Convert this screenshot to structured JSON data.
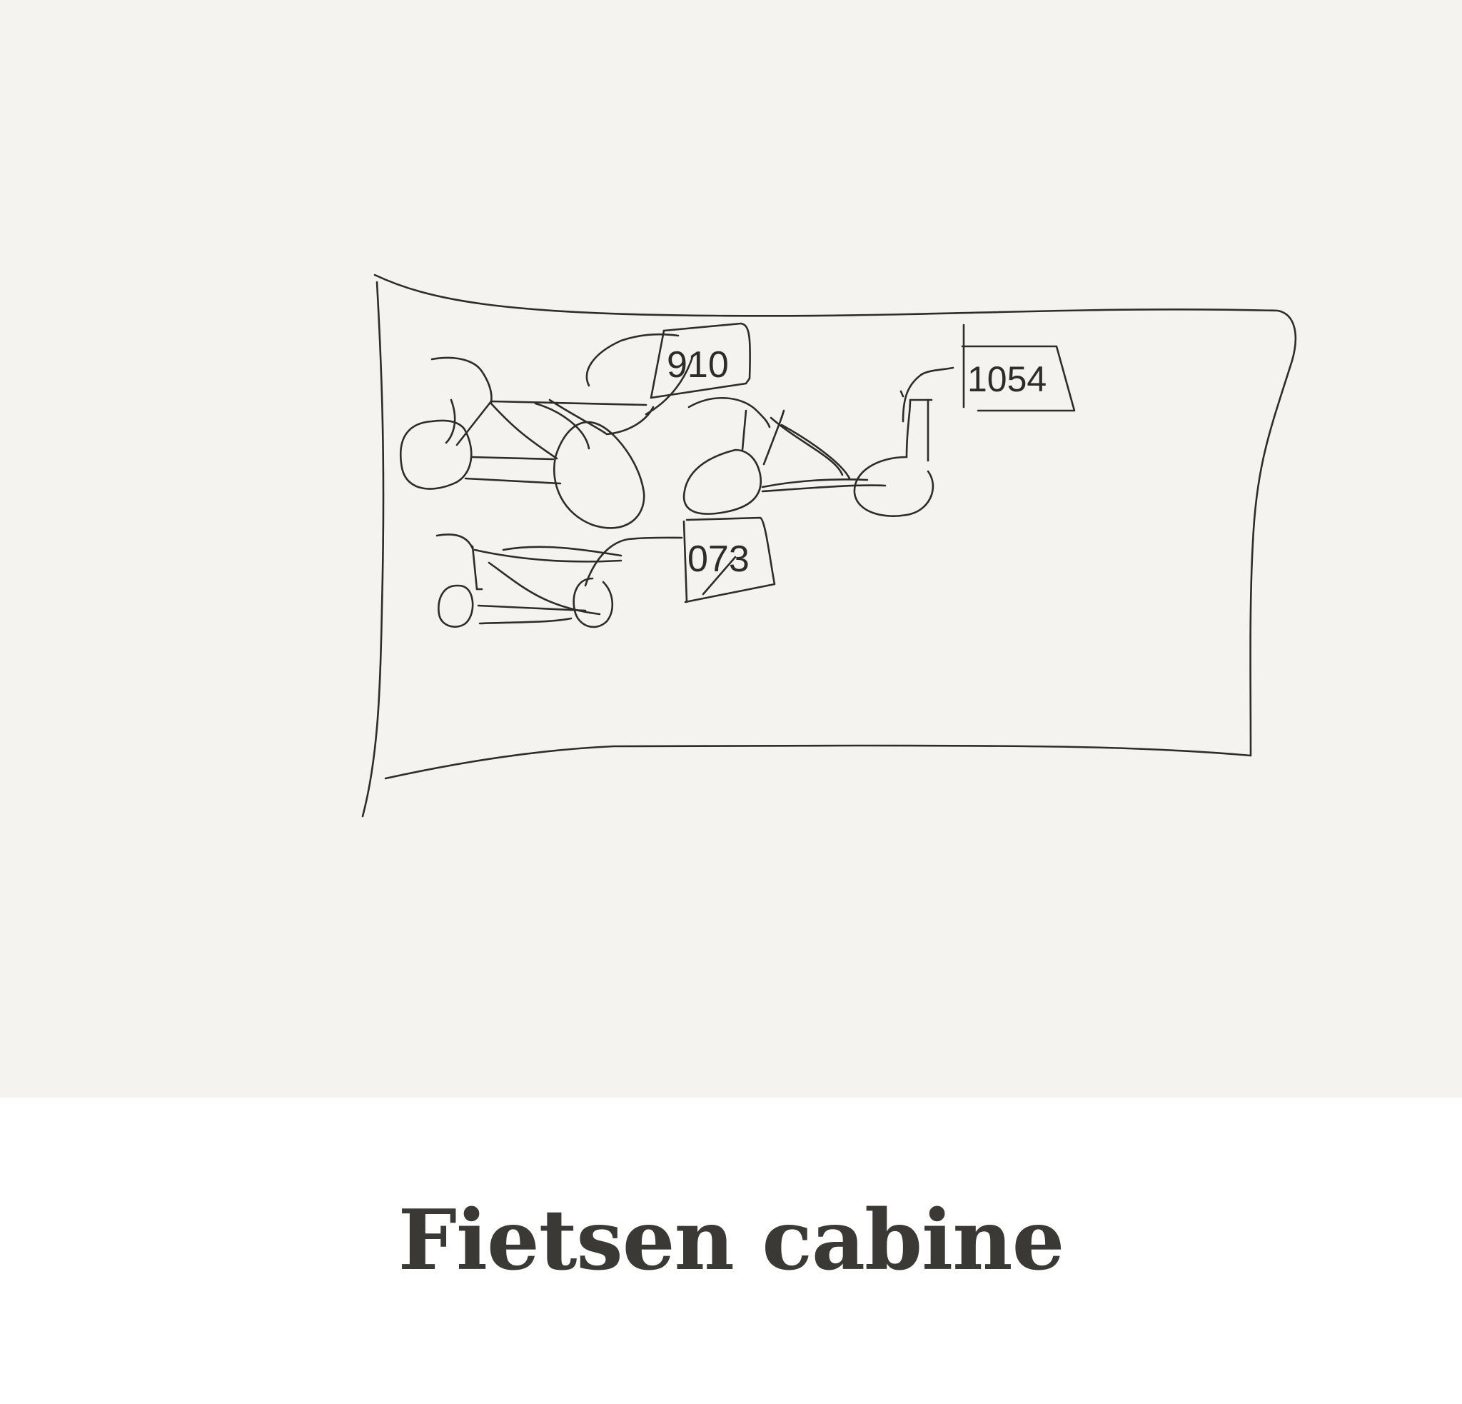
{
  "caption": {
    "title": "Fietsen cabine"
  },
  "sketch": {
    "labels": [
      "910",
      "1054",
      "073"
    ],
    "ink_color": "#2e2c2a",
    "background_color": "#f4f3f0"
  }
}
